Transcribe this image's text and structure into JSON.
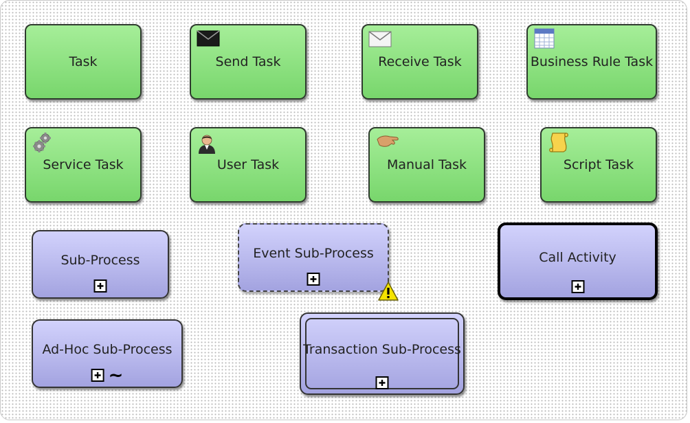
{
  "diagram": {
    "tasks": [
      {
        "label": "Task",
        "icon": null
      },
      {
        "label": "Send Task",
        "icon": "envelope-filled-icon"
      },
      {
        "label": "Receive Task",
        "icon": "envelope-outline-icon"
      },
      {
        "label": "Business Rule Task",
        "icon": "table-icon"
      },
      {
        "label": "Service Task",
        "icon": "gears-icon"
      },
      {
        "label": "User Task",
        "icon": "user-icon"
      },
      {
        "label": "Manual Task",
        "icon": "hand-icon"
      },
      {
        "label": "Script Task",
        "icon": "scroll-icon"
      }
    ],
    "subprocesses": {
      "sub_process": "Sub-Process",
      "event_sub_process": "Event Sub-Process",
      "call_activity": "Call Activity",
      "adhoc_sub_process": "Ad-Hoc Sub-Process",
      "transaction_sub_process": "Transaction Sub-Process"
    },
    "markers": {
      "collapsed": "plus-icon",
      "adhoc": "tilde-icon",
      "warning": "warning-icon"
    },
    "colors": {
      "task_fill": "#8de480",
      "subprocess_fill": "#bdbdf2",
      "warning": "#f5e400"
    }
  }
}
